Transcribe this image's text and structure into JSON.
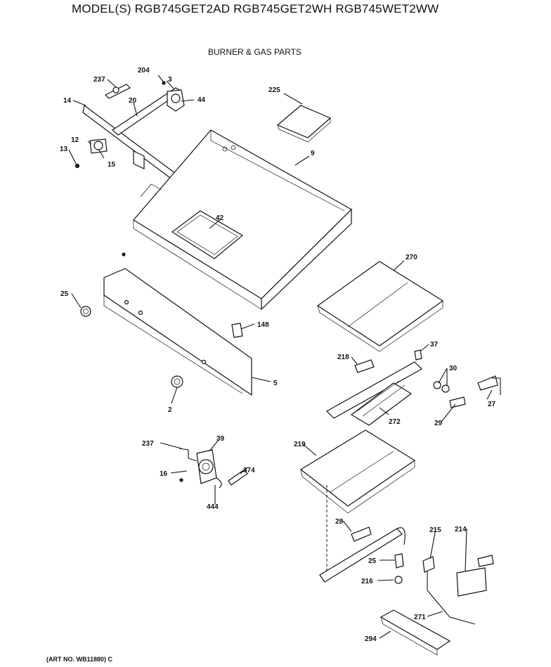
{
  "header": {
    "title": "MODEL(S) RGB745GET2AD  RGB745GET2WH  RGB745WET2WW"
  },
  "subtitle": "BURNER & GAS PARTS",
  "art_number": "(ART NO. WB11880) C",
  "callouts": {
    "p237a": "237",
    "p204": "204",
    "p3": "3",
    "p14": "14",
    "p20": "20",
    "p44": "44",
    "p225": "225",
    "p12": "12",
    "p13": "13",
    "p15": "15",
    "p9": "9",
    "p42": "42",
    "p270": "270",
    "p25a": "25",
    "p148": "148",
    "p5": "5",
    "p2": "2",
    "p37": "37",
    "p218": "218",
    "p30": "30",
    "p272": "272",
    "p29": "29",
    "p27": "27",
    "p237b": "237",
    "p39": "39",
    "p16": "16",
    "p374": "374",
    "p444": "444",
    "p219": "219",
    "p28": "28",
    "p215": "215",
    "p214": "214",
    "p25b": "25",
    "p216": "216",
    "p271": "271",
    "p294": "294"
  }
}
